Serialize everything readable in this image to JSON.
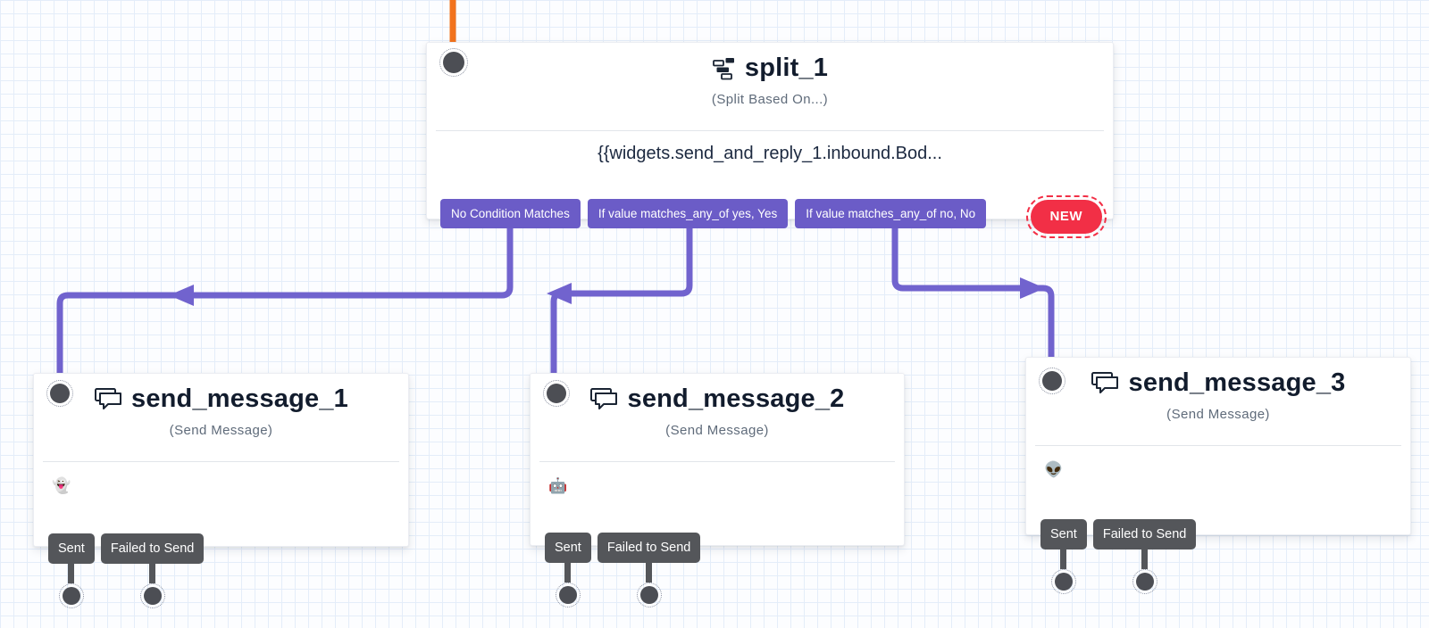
{
  "colors": {
    "accent_purple": "#6B5CC7",
    "line_purple": "#7163CE",
    "badge_red": "#F22F46",
    "trunk_orange": "#F2731D",
    "exit_gray": "#54565A",
    "title_navy": "#121C2D"
  },
  "split_widget": {
    "icon": "split-icon",
    "title": "split_1",
    "subtitle": "(Split Based On...)",
    "expression": "{{widgets.send_and_reply_1.inbound.Bod...",
    "transitions": [
      {
        "label": "No Condition Matches"
      },
      {
        "label": "If value matches_any_of yes, Yes"
      },
      {
        "label": "If value matches_any_of no, No"
      }
    ],
    "badge_label": "NEW"
  },
  "message_widgets": [
    {
      "icon": "chat-bubbles-icon",
      "title": "send_message_1",
      "subtitle": "(Send Message)",
      "body_preview": "👻",
      "exits": [
        {
          "label": "Sent"
        },
        {
          "label": "Failed to Send"
        }
      ]
    },
    {
      "icon": "chat-bubbles-icon",
      "title": "send_message_2",
      "subtitle": "(Send Message)",
      "body_preview": "🤖",
      "exits": [
        {
          "label": "Sent"
        },
        {
          "label": "Failed to Send"
        }
      ]
    },
    {
      "icon": "chat-bubbles-icon",
      "title": "send_message_3",
      "subtitle": "(Send Message)",
      "body_preview": "👽",
      "exits": [
        {
          "label": "Sent"
        },
        {
          "label": "Failed to Send"
        }
      ]
    }
  ]
}
